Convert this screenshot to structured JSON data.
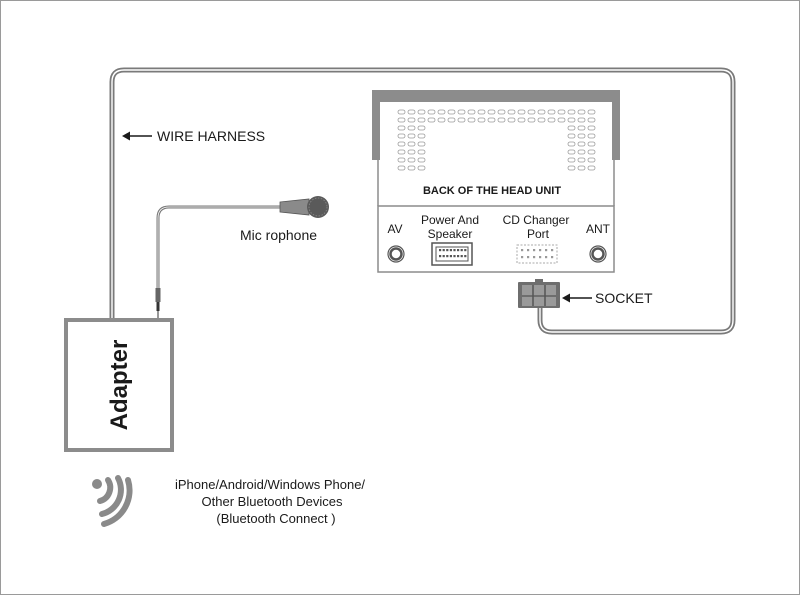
{
  "labels": {
    "wire_harness": "WIRE HARNESS",
    "microphone": "Mic rophone",
    "head_unit_title": "BACK OF THE HEAD UNIT",
    "port_av": "AV",
    "port_power_line1": "Power And",
    "port_power_line2": "Speaker",
    "port_cd_line1": "CD Changer",
    "port_cd_line2": "Port",
    "port_ant": "ANT",
    "socket": "SOCKET",
    "adapter": "Adapter",
    "bluetooth_line1": "iPhone/Android/Windows Phone/",
    "bluetooth_line2": "Other Bluetooth Devices",
    "bluetooth_line3": "(Bluetooth Connect )"
  },
  "icons": [
    "arrow-left-icon",
    "microphone-icon",
    "bluetooth-signal-icon",
    "socket-connector-icon"
  ],
  "colors": {
    "wire": "#7a7a7a",
    "wire_inner": "#ffffff",
    "outline": "#8c8c8c",
    "text": "#1a1a1a",
    "page_border": "#999999"
  }
}
